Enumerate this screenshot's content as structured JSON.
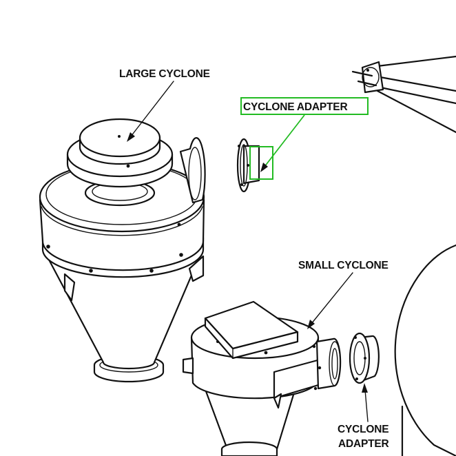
{
  "labels": {
    "large_cyclone": "LARGE CYCLONE",
    "cyclone_adapter_top": "CYCLONE ADAPTER",
    "small_cyclone": "SMALL CYCLONE",
    "cyclone_adapter_bottom_line1": "CYCLONE",
    "cyclone_adapter_bottom_line2": "ADAPTER"
  },
  "colors": {
    "line": "#111111",
    "highlight": "#22bb22",
    "background": "#ffffff"
  }
}
